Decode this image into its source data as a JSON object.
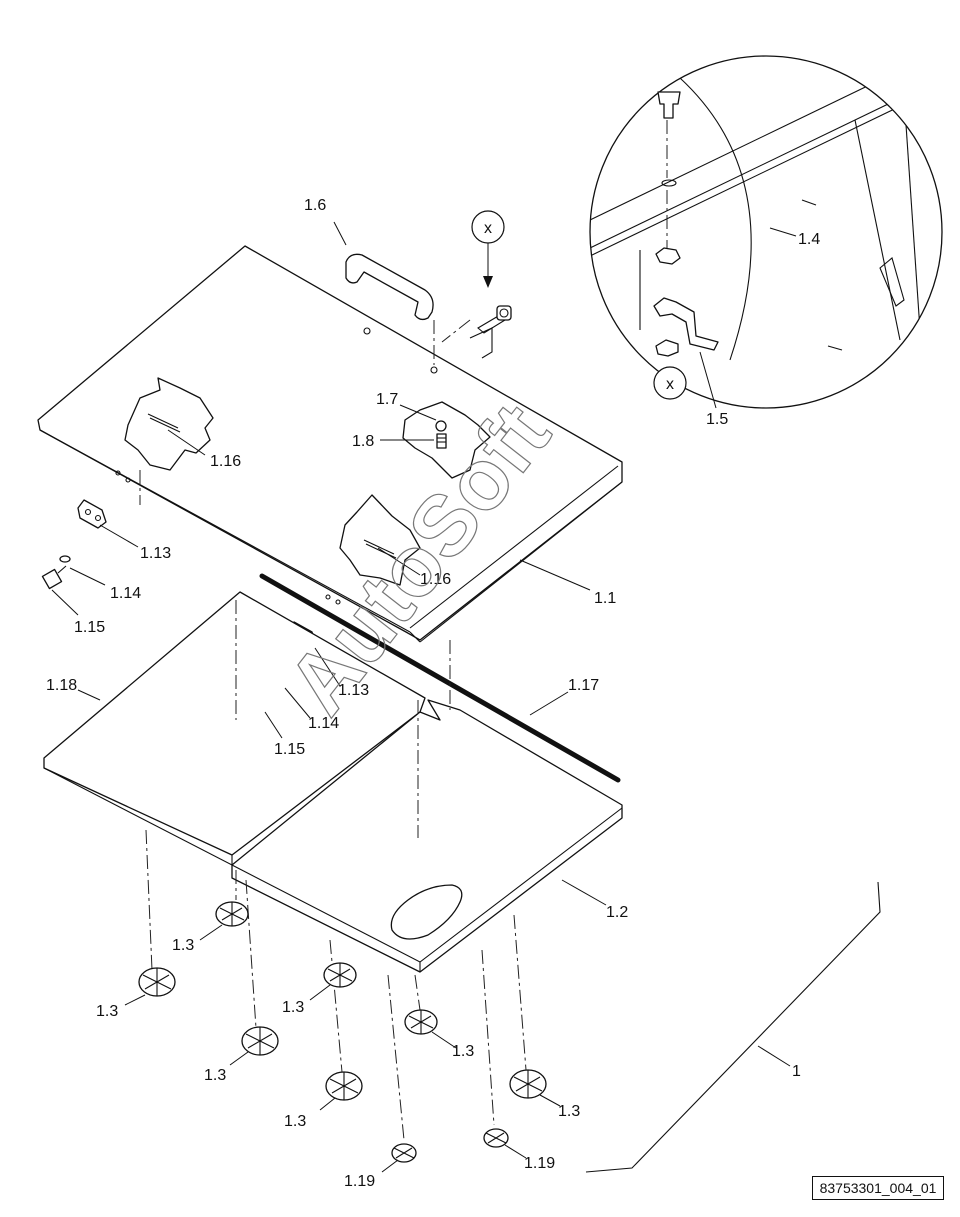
{
  "diagram": {
    "drawing_id": "83753301_004_01",
    "watermark": "AutoSoft",
    "callout_x": "x",
    "labels": {
      "l_1": "1",
      "l_1_1": "1.1",
      "l_1_2": "1.2",
      "l_1_3": "1.3",
      "l_1_4": "1.4",
      "l_1_5": "1.5",
      "l_1_6": "1.6",
      "l_1_7": "1.7",
      "l_1_8": "1.8",
      "l_1_13": "1.13",
      "l_1_14": "1.14",
      "l_1_15": "1.15",
      "l_1_16": "1.16",
      "l_1_17": "1.17",
      "l_1_18": "1.18",
      "l_1_19": "1.19"
    }
  }
}
